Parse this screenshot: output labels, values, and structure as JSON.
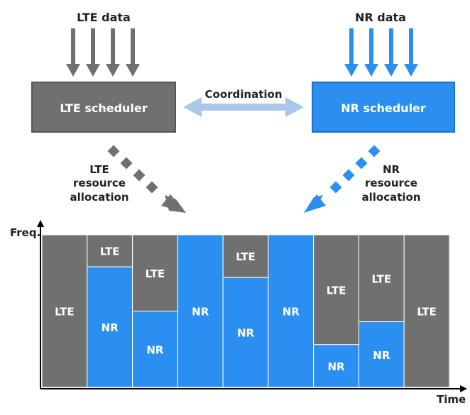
{
  "lte_data_label": "LTE data",
  "nr_data_label": "NR data",
  "lte_scheduler_label": "LTE scheduler",
  "nr_scheduler_label": "NR scheduler",
  "coordination_label": "Coordination",
  "lte_allocation_label": [
    "LTE",
    "resource",
    "allocation"
  ],
  "nr_allocation_label": [
    "NR",
    "resource",
    "allocation"
  ],
  "axis": {
    "y_label": "Freq.",
    "x_label": "Time"
  },
  "colors": {
    "lte": "#707070",
    "nr": "#2a8ff0",
    "coordination": "#a9c8e8",
    "axis": "#000000"
  },
  "slots": [
    {
      "lte_label": "LTE",
      "nr_label": "",
      "lte_fraction": 1.0
    },
    {
      "lte_label": "LTE",
      "nr_label": "NR",
      "lte_fraction": 0.21
    },
    {
      "lte_label": "LTE",
      "nr_label": "NR",
      "lte_fraction": 0.5
    },
    {
      "lte_label": "",
      "nr_label": "NR",
      "lte_fraction": 0.0
    },
    {
      "lte_label": "LTE",
      "nr_label": "NR",
      "lte_fraction": 0.28
    },
    {
      "lte_label": "",
      "nr_label": "NR",
      "lte_fraction": 0.0
    },
    {
      "lte_label": "LTE",
      "nr_label": "NR",
      "lte_fraction": 0.72
    },
    {
      "lte_label": "LTE",
      "nr_label": "NR",
      "lte_fraction": 0.57
    },
    {
      "lte_label": "LTE",
      "nr_label": "",
      "lte_fraction": 1.0
    }
  ]
}
